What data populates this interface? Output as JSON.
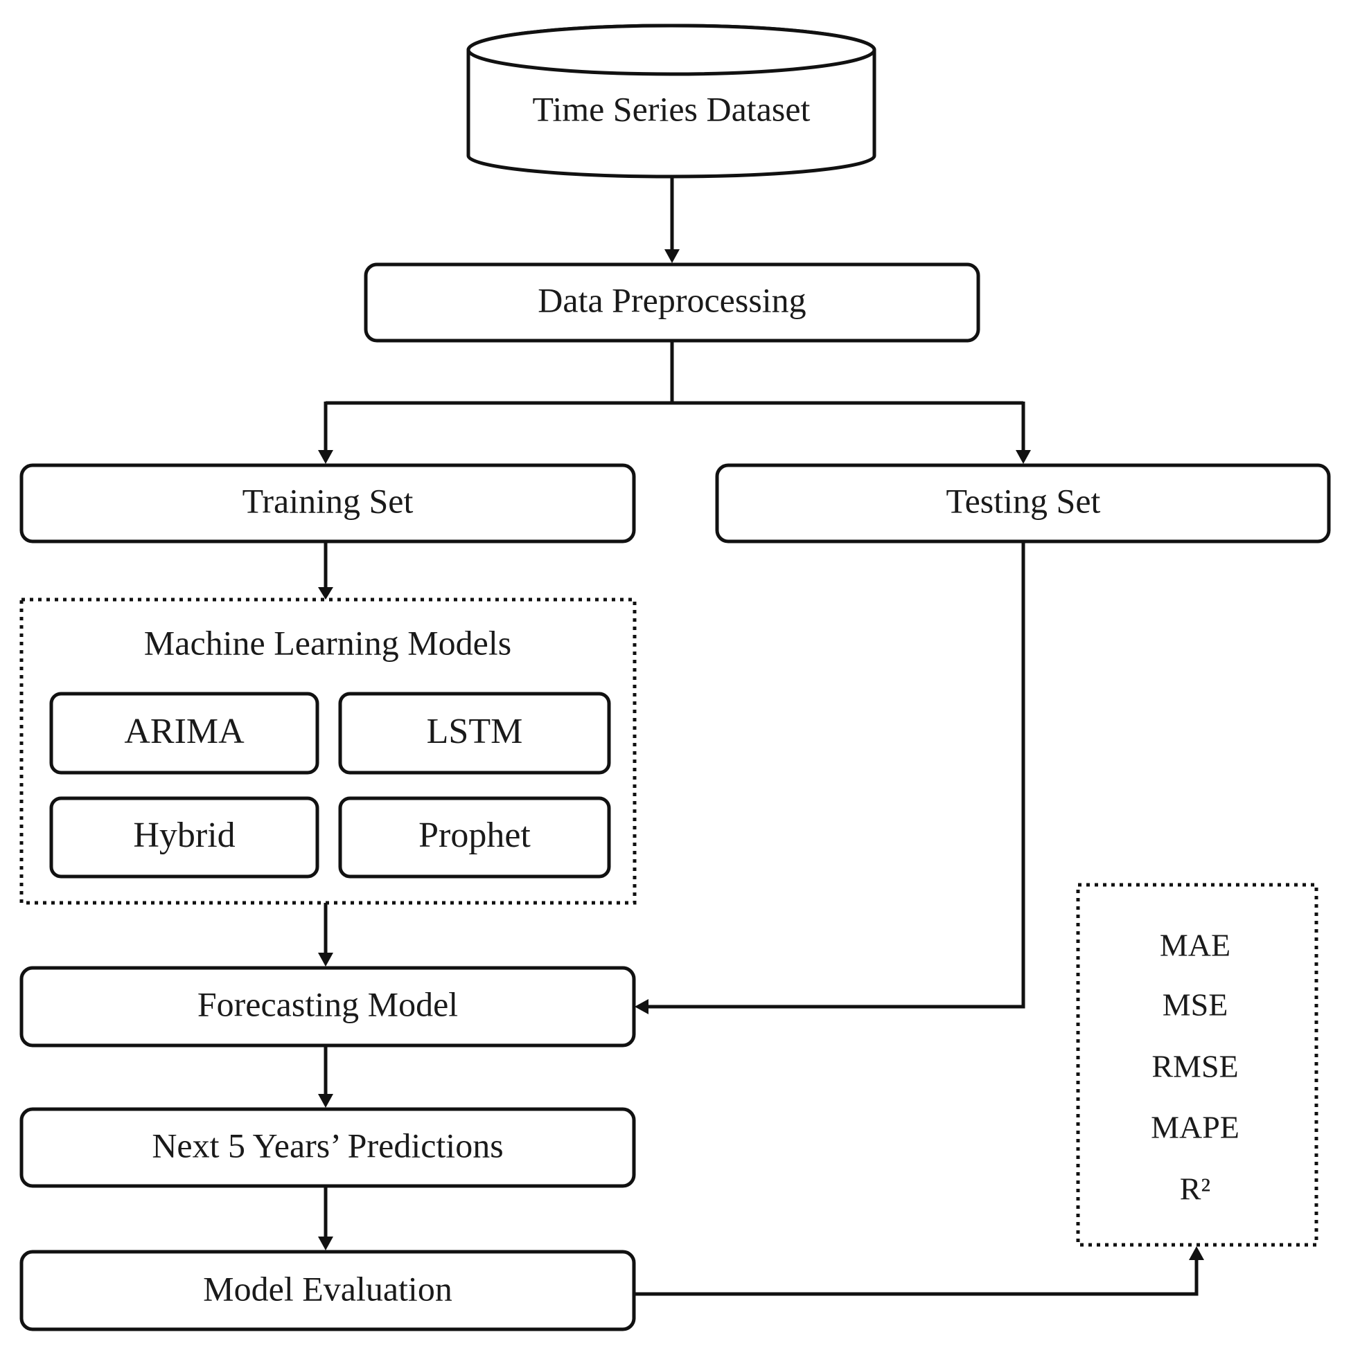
{
  "nodes": {
    "dataset": "Time Series Dataset",
    "preprocessing": "Data Preprocessing",
    "training": "Training  Set",
    "testing": "Testing Set",
    "ml_group_title": "Machine  Learning  Models",
    "models": [
      "ARIMA",
      "LSTM",
      "Hybrid",
      "Prophet"
    ],
    "forecasting": "Forecasting Model",
    "predictions": "Next  5 Years’ Predictions",
    "evaluation": "Model Evaluation"
  },
  "metrics": [
    "MAE",
    "MSE",
    "RMSE",
    "MAPE",
    "R²"
  ]
}
